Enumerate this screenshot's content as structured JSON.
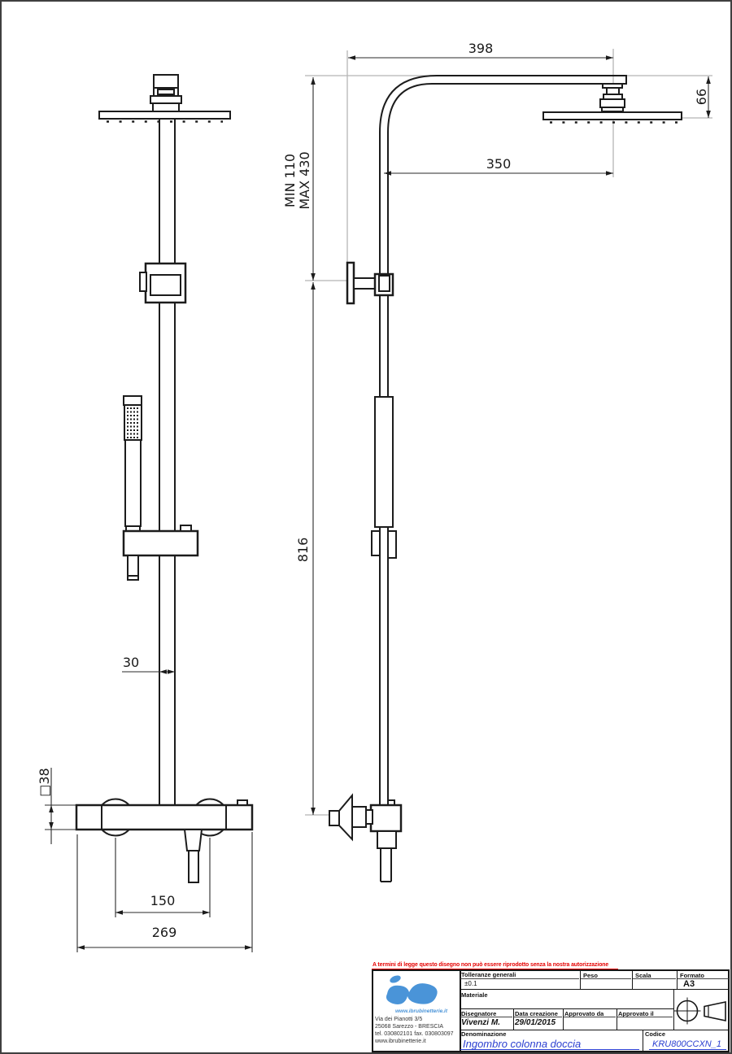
{
  "dims": {
    "d398": "398",
    "d350": "350",
    "d66": "66",
    "min": "MIN 110",
    "max": "MAX 430",
    "d816": "816",
    "d30": "30",
    "sq38": "□38",
    "d150": "150",
    "d269": "269"
  },
  "tb": {
    "notice": "A termini di legge questo disegno non può essere riprodotto senza la nostra autorizzazione",
    "tolerances_label": "Tolleranze generali",
    "tolerances_value": "±0.1",
    "peso_label": "Peso",
    "scala_label": "Scala",
    "formato_label": "Formato",
    "formato_value": "A3",
    "materiale_label": "Materiale",
    "disegnatore_label": "Disegnatore",
    "disegnatore_value": "Vivenzi M.",
    "data_label": "Data creazione",
    "data_value": "29/01/2015",
    "approvato_da_label": "Approvato da",
    "approvato_il_label": "Approvato il",
    "denominazione_label": "Denominazione",
    "denominazione_value": "Ingombro colonna doccia",
    "codice_label": "Codice",
    "codice_value": "KRU800CCXN_1",
    "company": {
      "web_logo": "www.ibrubinetterie.it",
      "addr1": "Via dei Pianotti 3/5",
      "addr2": "25068 Sarezzo - BRESCIA",
      "addr3": "tel. 030802101 fax. 030803097",
      "addr4": "www.ibrubinetterie.it"
    },
    "icons": {
      "projection": "first-angle-projection-icon",
      "logo": "company-logo-blob"
    },
    "colors": {
      "notice_red": "#e60000",
      "value_blue": "#2b3fd0",
      "logo_blue": "#4a94d8"
    }
  }
}
